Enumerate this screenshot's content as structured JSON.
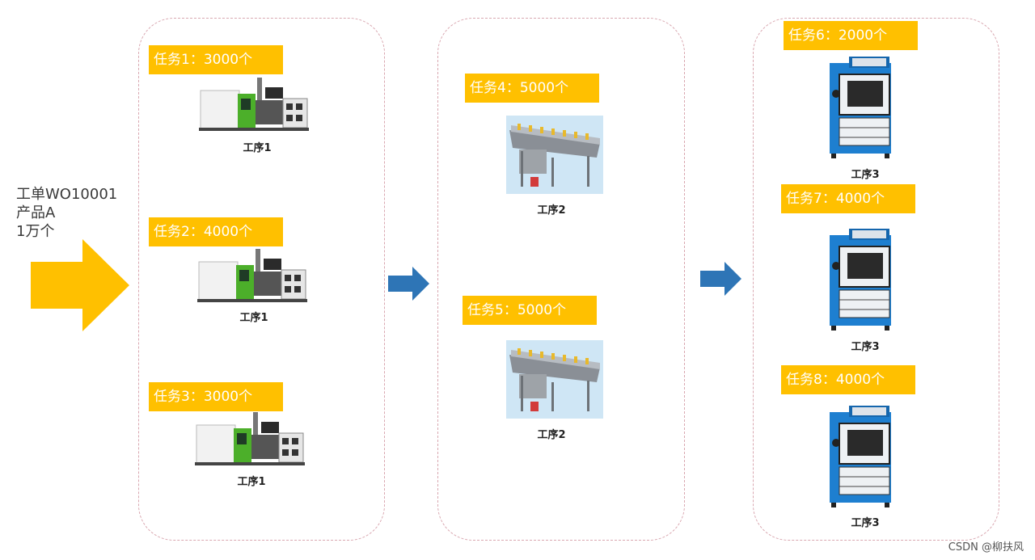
{
  "order": {
    "line1": "工单WO10001",
    "line2": "产品A",
    "line3": "1万个"
  },
  "stages": [
    {
      "tasks": [
        {
          "label": "任务1：3000个",
          "step": "工序1"
        },
        {
          "label": "任务2：4000个",
          "step": "工序1"
        },
        {
          "label": "任务3：3000个",
          "step": "工序1"
        }
      ]
    },
    {
      "tasks": [
        {
          "label": "任务4：5000个",
          "step": "工序2"
        },
        {
          "label": "任务5：5000个",
          "step": "工序2"
        }
      ]
    },
    {
      "tasks": [
        {
          "label": "任务6：2000个",
          "step": "工序3"
        },
        {
          "label": "任务7：4000个",
          "step": "工序3"
        },
        {
          "label": "任务8：4000个",
          "step": "工序3"
        }
      ]
    }
  ],
  "watermark": "CSDN @柳扶风",
  "colors": {
    "task_label_bg": "#ffc000",
    "big_arrow": "#ffc000",
    "flow_arrow": "#2e75b6",
    "stage_border": "#d9a7b0"
  },
  "icons": {
    "step1": "injection-molding-machine-icon",
    "step2": "washing-machine-icon",
    "step3": "blue-cabinet-machine-icon"
  }
}
